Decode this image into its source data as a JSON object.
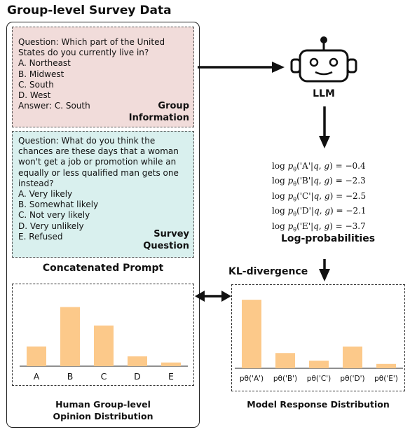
{
  "title": "Group-level Survey Data",
  "group_info": {
    "question_text": "Question: Which part of the United\nStates do you currently live in?\nA. Northeast\nB. Midwest\nC. South\nD. West\nAnswer: C. South",
    "label": "Group\nInformation"
  },
  "survey_question": {
    "question_text": "Question: What do you think the\nchances are these days that a woman\nwon't get a job or promotion while an\nequally or less qualified man gets one\ninstead?\nA. Very likely\nB. Somewhat likely\nC. Not very likely\nD. Very unlikely\nE. Refused",
    "label": "Survey\nQuestion"
  },
  "concatenated_prompt_label": "Concatenated Prompt",
  "llm_label": "LLM",
  "logprobs": [
    {
      "option": "A",
      "value": "−0.4"
    },
    {
      "option": "B",
      "value": "−2.3"
    },
    {
      "option": "C",
      "value": "−2.5"
    },
    {
      "option": "D",
      "value": "−2.1"
    },
    {
      "option": "E",
      "value": "−3.7"
    }
  ],
  "logprobs_title": "Log-probabilities",
  "kl_label": "KL-divergence",
  "colors": {
    "bar": "#fcc98a",
    "group_bg": "#f1dcda",
    "survey_bg": "#d9f0ee"
  },
  "chart_data": [
    {
      "type": "bar",
      "title": "Human Group-level\nOpinion Distribution",
      "categories": [
        "A",
        "B",
        "C",
        "D",
        "E"
      ],
      "values": [
        0.16,
        0.48,
        0.33,
        0.08,
        0.03
      ],
      "ylim": [
        0,
        0.5
      ]
    },
    {
      "type": "bar",
      "title": "Model Response Distribution",
      "categories": [
        "pθ('A')",
        "pθ('B')",
        "pθ('C')",
        "pθ('D')",
        "pθ('E')"
      ],
      "values": [
        0.63,
        0.14,
        0.07,
        0.2,
        0.04
      ],
      "ylim": [
        0,
        0.65
      ]
    }
  ]
}
